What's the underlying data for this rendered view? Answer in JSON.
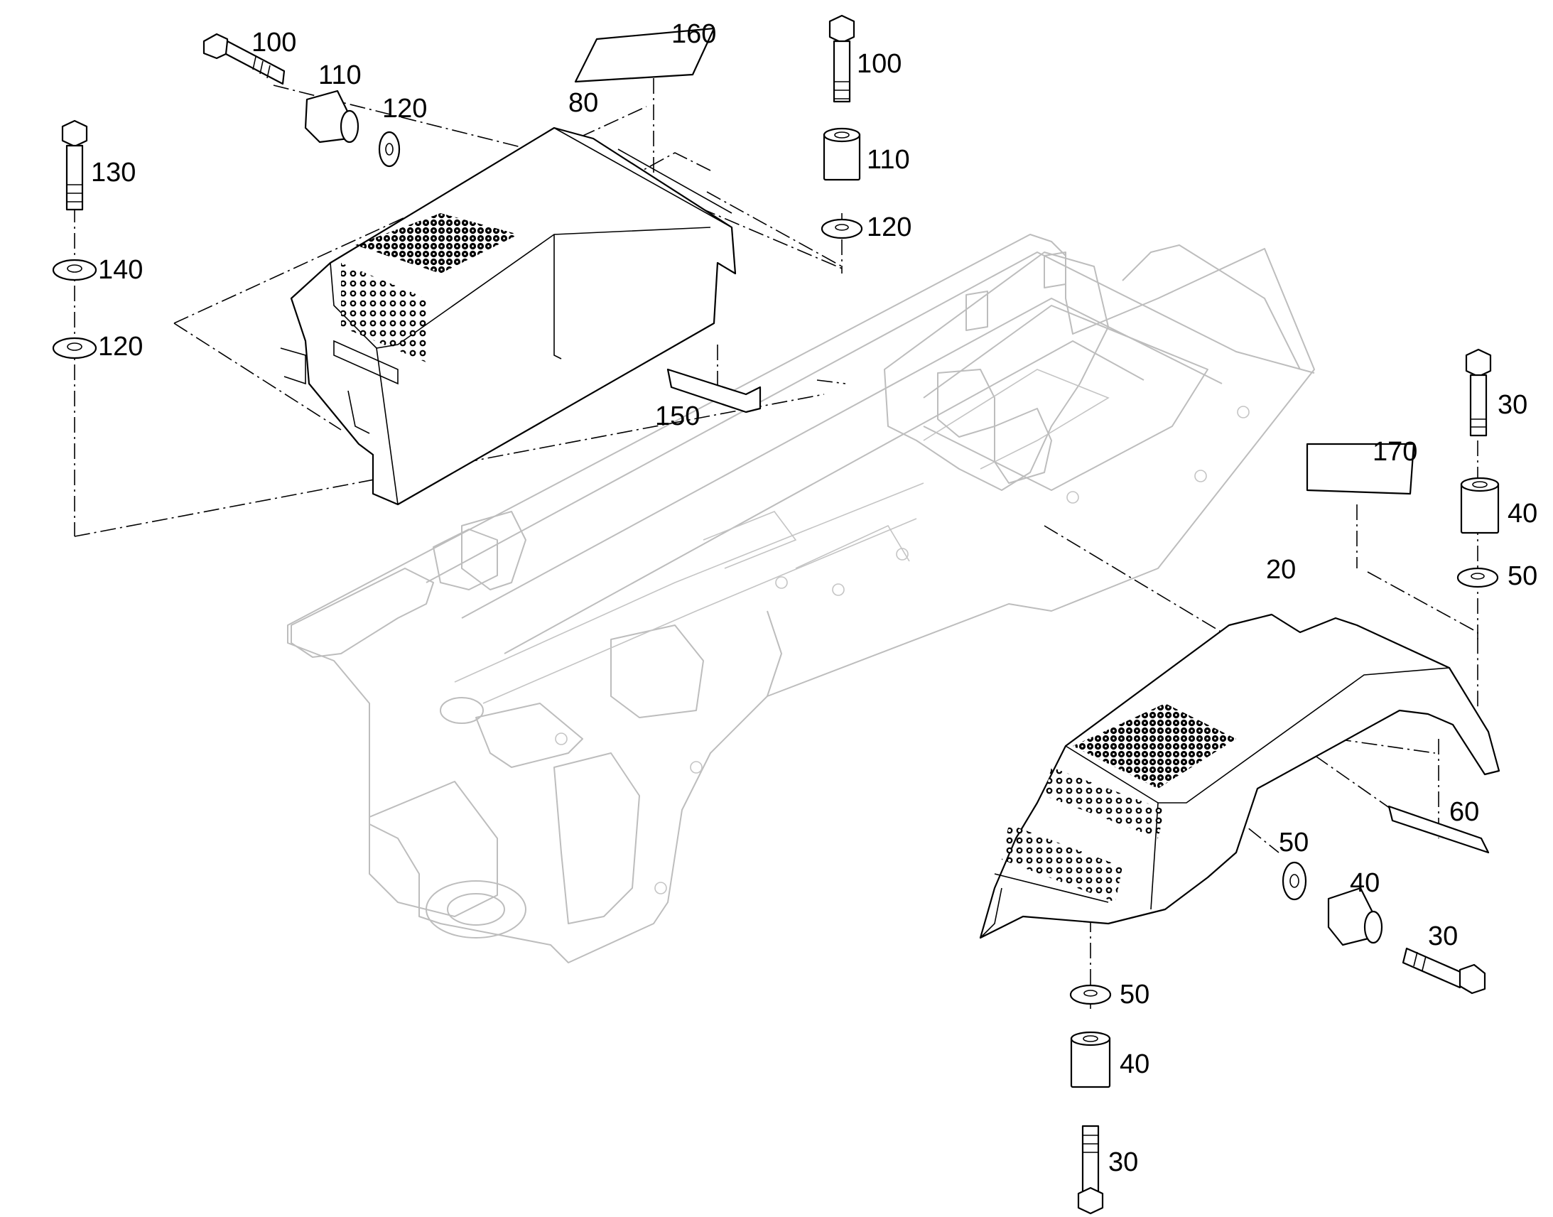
{
  "callouts": {
    "c100a": "100",
    "c110a": "110",
    "c120a": "120",
    "c130": "130",
    "c140": "140",
    "c120b": "120",
    "c80": "80",
    "c160": "160",
    "c100b": "100",
    "c110b": "110",
    "c120c": "120",
    "c150": "150",
    "c30a": "30",
    "c40a": "40",
    "c50a": "50",
    "c170": "170",
    "c20": "20",
    "c60": "60",
    "c50b": "50",
    "c40b": "40",
    "c30b": "30",
    "c50c": "50",
    "c40c": "40",
    "c30c": "30"
  },
  "icons": {
    "bolt": "bolt-icon",
    "spacer": "spacer-sleeve-icon",
    "washer": "washer-icon",
    "cover": "perforated-cover-icon",
    "frame": "machine-frame-icon"
  }
}
